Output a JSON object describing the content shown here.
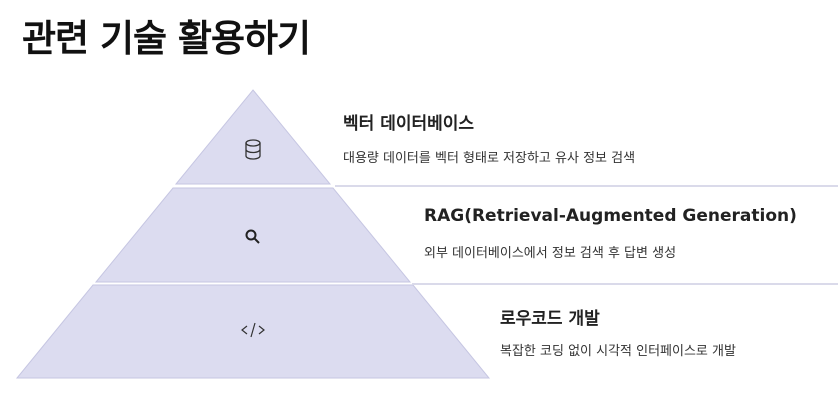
{
  "title": "관련 기술 활용하기",
  "tiers": [
    {
      "title": "벡터 데이터베이스",
      "description": "대용량 데이터를 벡터 형태로 저장하고 유사 정보 검색",
      "icon": "database-icon"
    },
    {
      "title": "RAG(Retrieval-Augmented Generation)",
      "description": "외부 데이터베이스에서 정보 검색 후 답변 생성",
      "icon": "search-icon"
    },
    {
      "title": "로우코드 개발",
      "description": "복잡한 코딩 없이 시각적 인터페이스로 개발",
      "icon": "code-icon"
    }
  ],
  "colors": {
    "fill": "#dcdcf0",
    "stroke": "#c6c6e2",
    "line": "#dadaea"
  }
}
